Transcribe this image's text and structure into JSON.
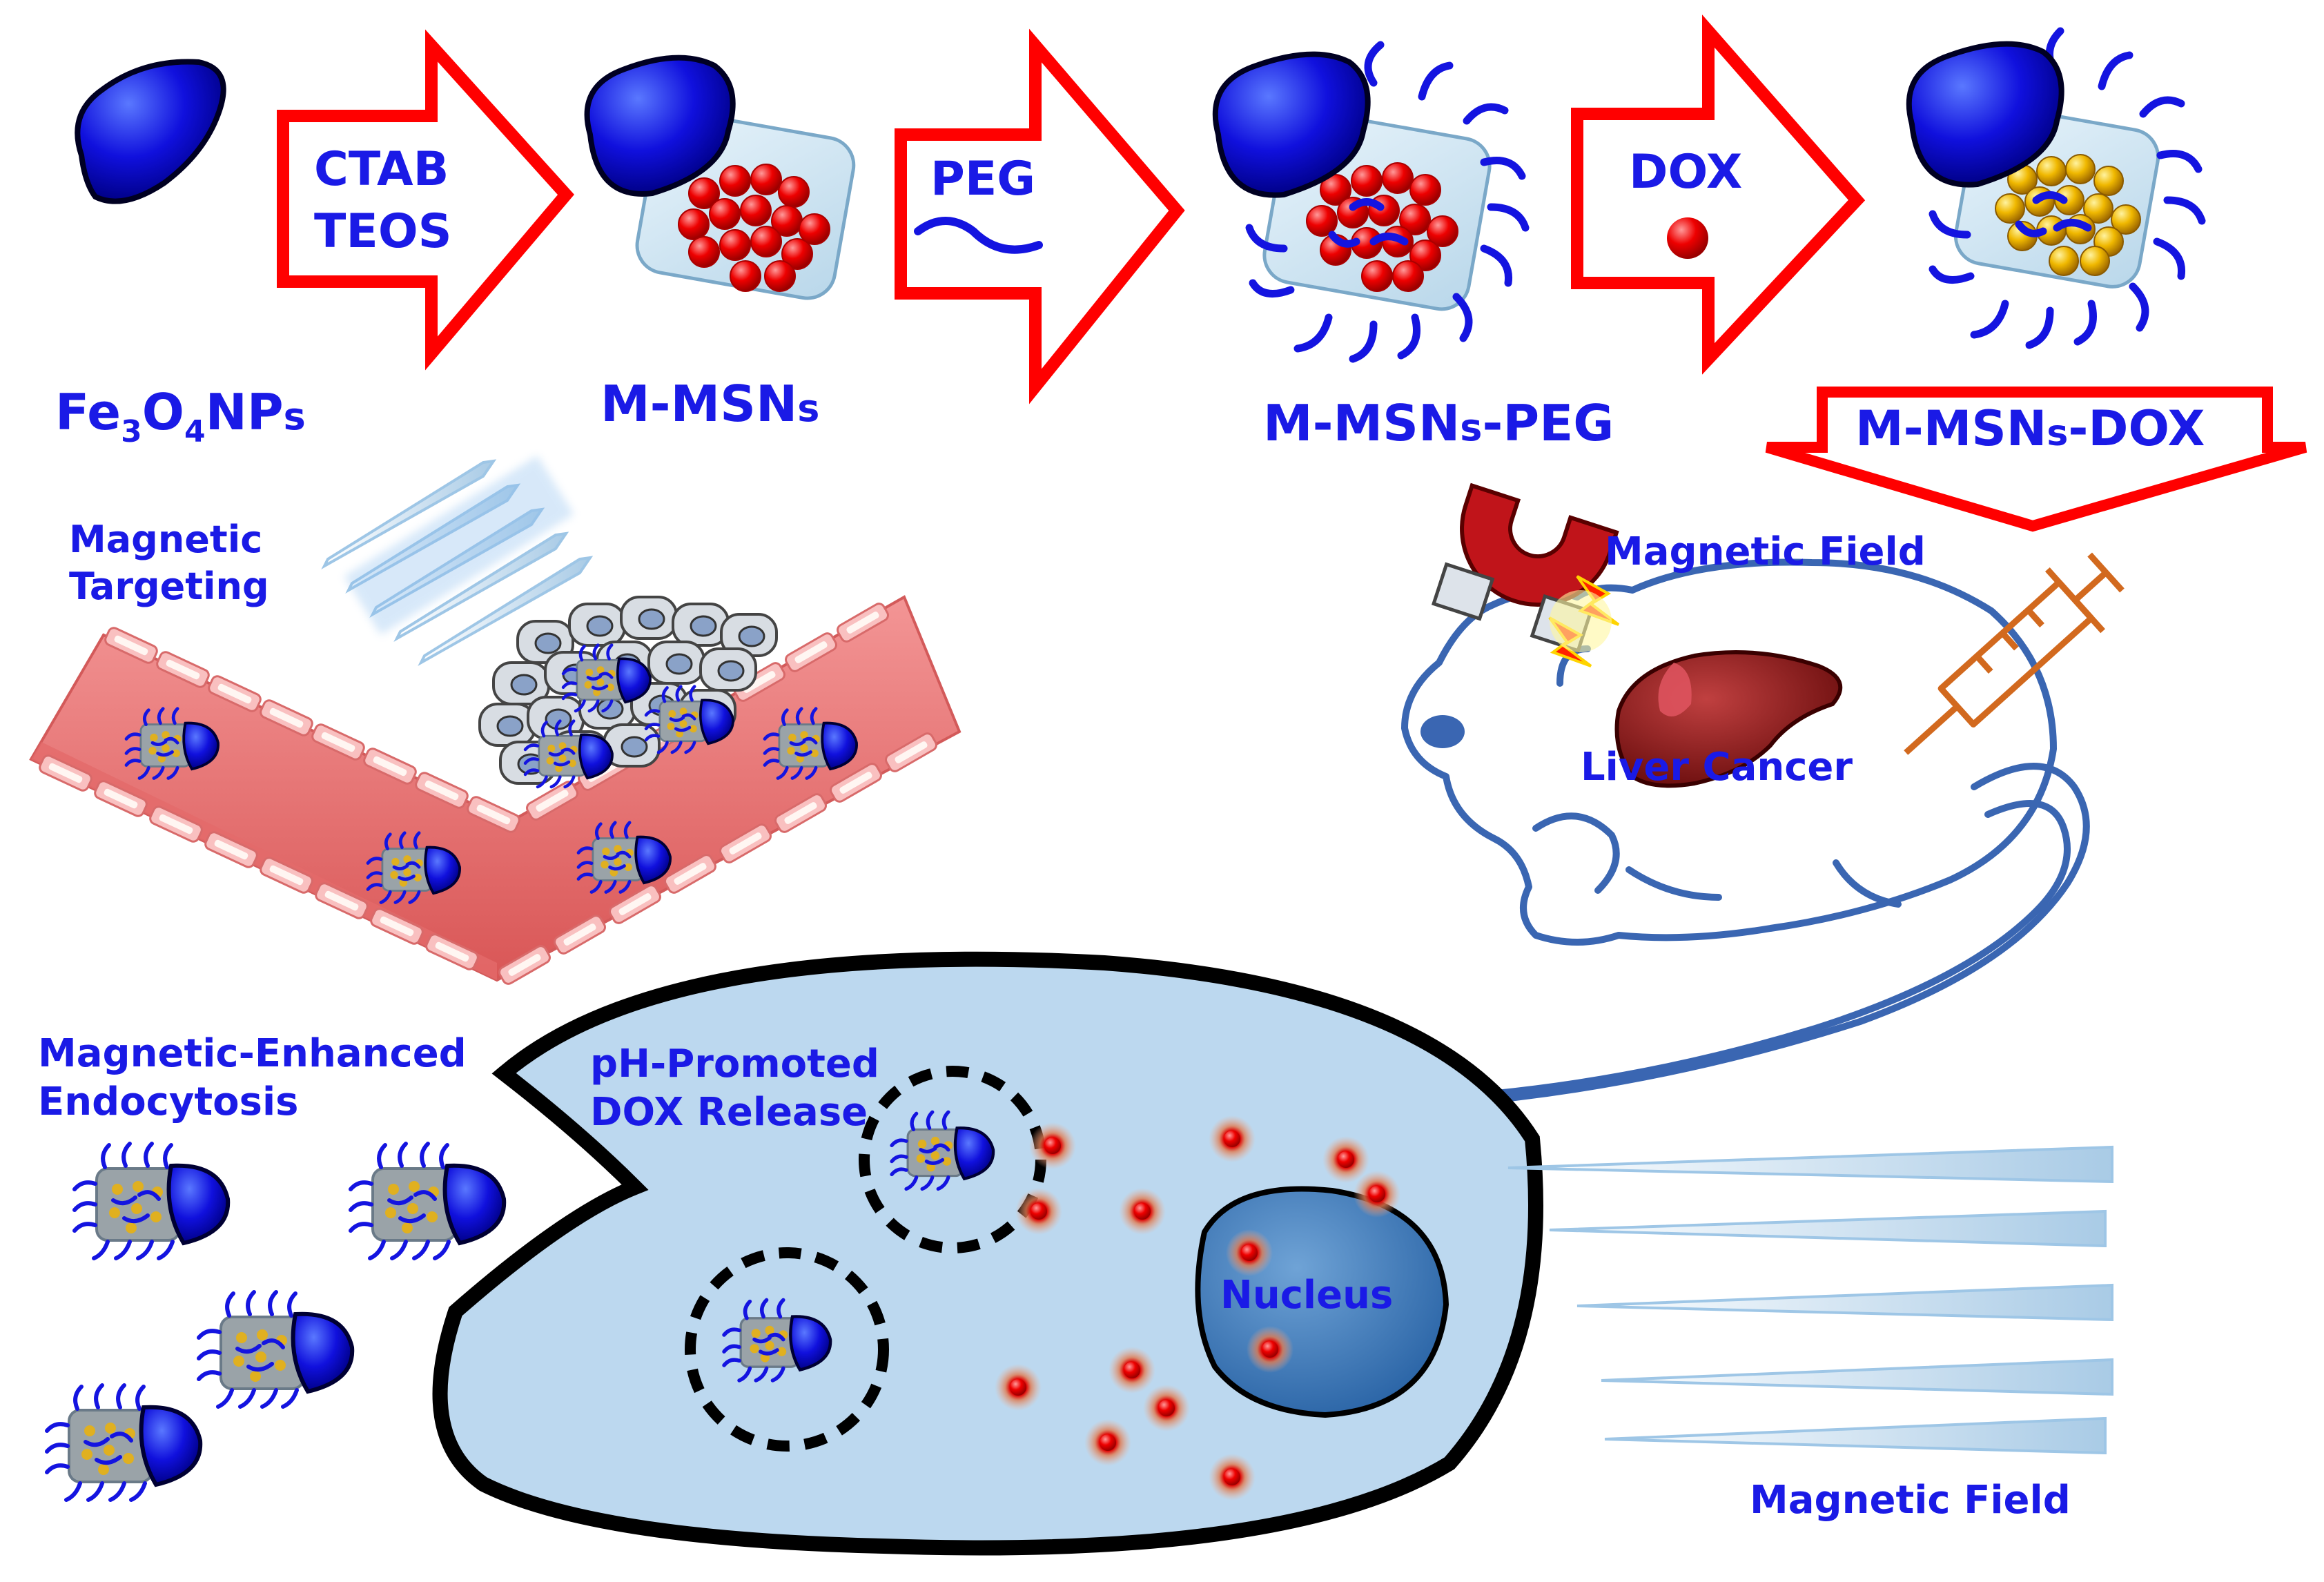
{
  "steps": {
    "fe3o4": {
      "base": "Fe",
      "sub1": "3",
      "mid": "O",
      "sub2": "4",
      "tail": "NP",
      "small": "s"
    },
    "mmsns": {
      "main": "M-MSN",
      "small": "s"
    },
    "mmsns_peg": {
      "main": "M-MSN",
      "small": "s",
      "tail": "-PEG"
    },
    "mmsns_dox": {
      "main": "M-MSN",
      "small": "s",
      "tail": "-DOX"
    }
  },
  "arrows": {
    "a1_line1": "CTAB",
    "a1_line2": "TEOS",
    "a2": "PEG",
    "a3": "DOX"
  },
  "labels": {
    "magnetic_targeting_1": "Magnetic",
    "magnetic_targeting_2": "Targeting",
    "magnetic_field_top": "Magnetic Field",
    "liver_cancer": "Liver Cancer",
    "endocytosis_1": "Magnetic-Enhanced",
    "endocytosis_2": "Endocytosis",
    "release_1": "pH-Promoted",
    "release_2": "DOX Release",
    "nucleus": "Nucleus",
    "magnetic_field_bottom": "Magnetic Field"
  },
  "colors": {
    "label_blue": "#1a1ae6",
    "arrow_red": "#ff0000",
    "particle_blue": "#0000cc",
    "dox_red": "#e00000",
    "vessel_pink": "#f07070",
    "cell_fill": "#bcd8ef",
    "nucleus_blue": "#3f7fbf",
    "liver": "#8b1a1a",
    "syringe": "#d2691e"
  }
}
